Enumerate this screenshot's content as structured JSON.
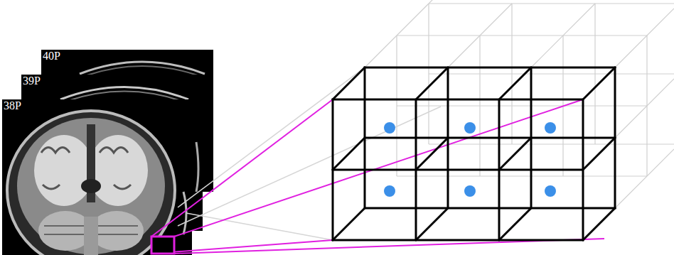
{
  "diagram": {
    "labels": [
      "40P",
      "39P",
      "38P"
    ]
  }
}
